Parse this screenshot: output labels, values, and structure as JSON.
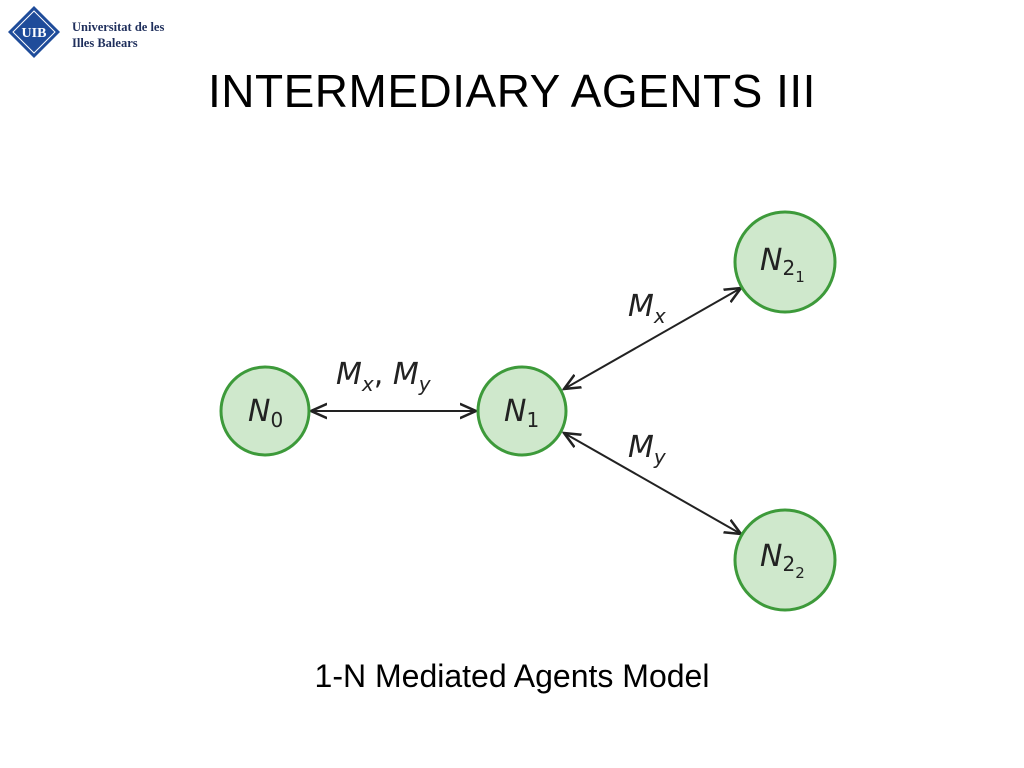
{
  "logo": {
    "monogram": "UIB",
    "line1": "Universitat de les",
    "line2": "Illes Balears",
    "brand_color": "#1f4c9a"
  },
  "title": "INTERMEDIARY AGENTS III",
  "caption": "1-N Mediated Agents Model",
  "diagram": {
    "node_fill": "#cfe8cc",
    "node_stroke": "#3d9a3a",
    "nodes": [
      {
        "id": "N0",
        "base": "N",
        "sub": "0",
        "subsub": ""
      },
      {
        "id": "N1",
        "base": "N",
        "sub": "1",
        "subsub": ""
      },
      {
        "id": "N21",
        "base": "N",
        "sub": "2",
        "subsub": "1"
      },
      {
        "id": "N22",
        "base": "N",
        "sub": "2",
        "subsub": "2"
      }
    ],
    "edges": [
      {
        "from": "N0",
        "to": "N1",
        "direction": "both",
        "label_parts": [
          {
            "base": "M",
            "sub": "x"
          },
          {
            "sep": ", "
          },
          {
            "base": "M",
            "sub": "y"
          }
        ]
      },
      {
        "from": "N1",
        "to": "N21",
        "direction": "both",
        "label_parts": [
          {
            "base": "M",
            "sub": "x"
          }
        ]
      },
      {
        "from": "N1",
        "to": "N22",
        "direction": "both",
        "label_parts": [
          {
            "base": "M",
            "sub": "y"
          }
        ]
      }
    ]
  }
}
